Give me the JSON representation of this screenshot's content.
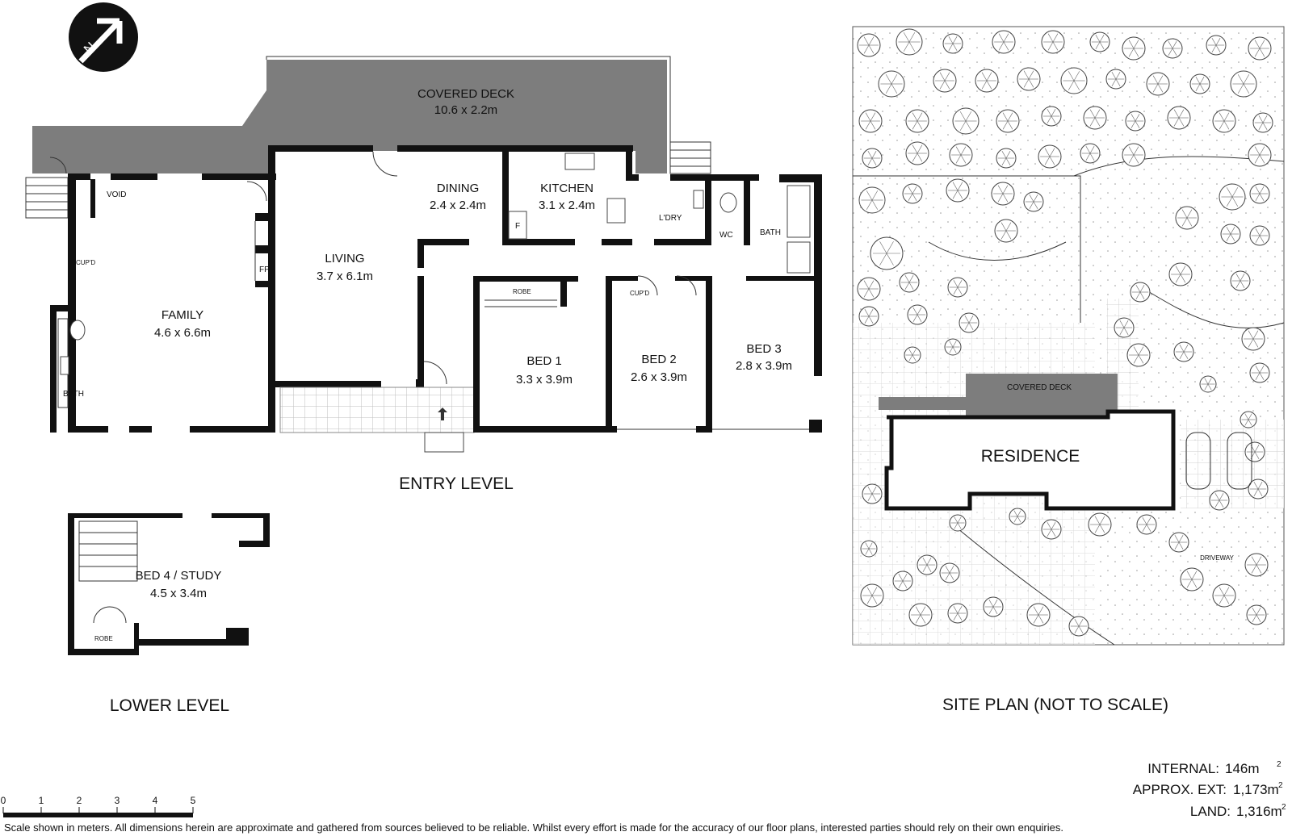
{
  "north_label": "N",
  "entry_level": {
    "title": "ENTRY LEVEL",
    "covered_deck": {
      "name": "COVERED DECK",
      "size": "10.6 x 2.2m"
    },
    "family": {
      "name": "FAMILY",
      "size": "4.6 x 6.6m"
    },
    "living": {
      "name": "LIVING",
      "size": "3.7 x 6.1m"
    },
    "dining": {
      "name": "DINING",
      "size": "2.4 x 2.4m"
    },
    "kitchen": {
      "name": "KITCHEN",
      "size": "3.1 x 2.4m"
    },
    "bed1": {
      "name": "BED 1",
      "size": "3.3 x 3.9m"
    },
    "bed2": {
      "name": "BED 2",
      "size": "2.6 x 3.9m"
    },
    "bed3": {
      "name": "BED 3",
      "size": "2.8 x 3.9m"
    },
    "small_labels": {
      "void": "VOID",
      "cupd_family": "CUP'D",
      "fp": "FP",
      "bath_left": "BATH",
      "fridge": "F",
      "laundry": "L'DRY",
      "wc": "WC",
      "bath_right": "BATH",
      "robe": "ROBE",
      "cupd_hall": "CUP'D"
    }
  },
  "lower_level": {
    "title": "LOWER LEVEL",
    "bed4": {
      "name": "BED 4 / STUDY",
      "size": "4.5 x 3.4m"
    },
    "robe": "ROBE"
  },
  "site_plan": {
    "title": "SITE PLAN (NOT TO SCALE)",
    "covered_deck": "COVERED DECK",
    "residence": "RESIDENCE",
    "driveway": "DRIVEWAY"
  },
  "areas": {
    "internal_label": "INTERNAL:",
    "internal_value": "146m",
    "ext_label": "APPROX. EXT:",
    "ext_value": "1,173m",
    "land_label": "LAND:",
    "land_value": "1,316m",
    "superscript": "2"
  },
  "scale_bar": {
    "ticks": [
      "0",
      "1",
      "2",
      "3",
      "4",
      "5"
    ]
  },
  "disclaimer": "Scale shown in meters. All dimensions herein are approximate and gathered from sources believed to be  reliable. Whilst every effort is made for the accuracy of our floor plans, interested parties should rely on their own enquiries.",
  "colors": {
    "walls": "#111111",
    "deck": "#7d7d7d",
    "tiles": "#bdbdbd"
  }
}
